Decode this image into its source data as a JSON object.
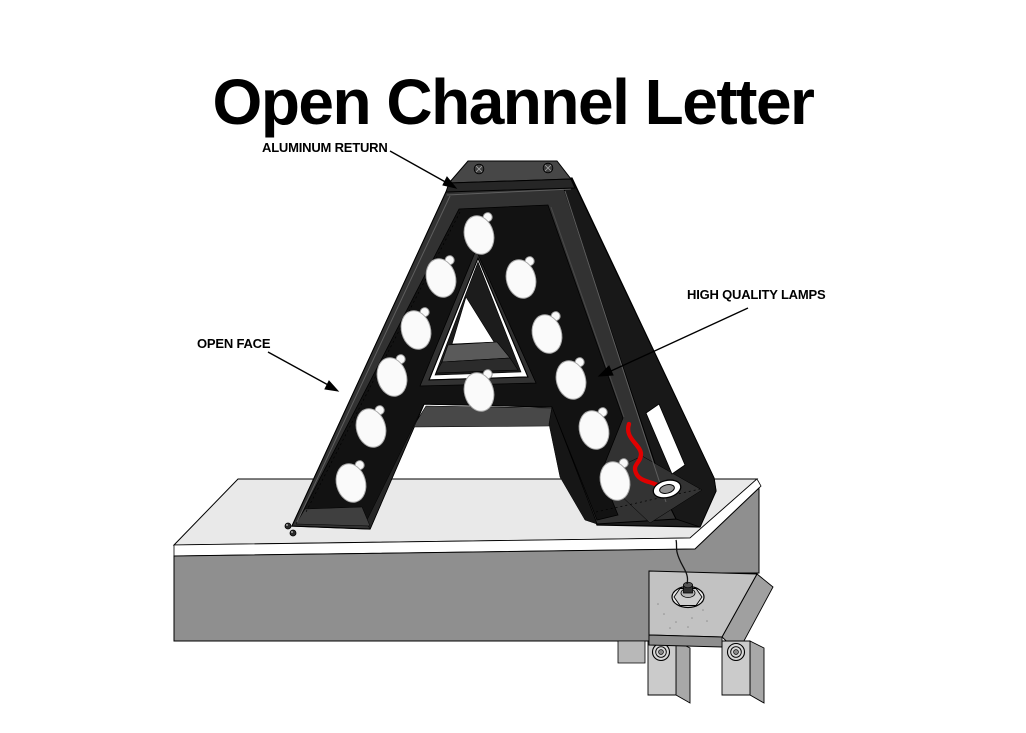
{
  "title": "Open Channel Letter",
  "callouts": {
    "aluminum_return": {
      "label": "ALUMINUM RETURN"
    },
    "high_quality_lamps": {
      "label": "HIGH QUALITY LAMPS"
    },
    "open_face": {
      "label": "OPEN FACE"
    }
  },
  "letter": {
    "character": "A",
    "lamp_count": 12
  },
  "colors": {
    "background": "#ffffff",
    "letter_body": "#323232",
    "letter_return": "#1f1f1f",
    "letter_interior": "#121212",
    "letter_cap": "#474747",
    "lamp": "#fafafa",
    "wire": "#e00000",
    "base_top": "#e9e9e9",
    "base_front": "#8f8f8f",
    "base_edge": "#ffffff",
    "bracket": "#c2c2c2"
  }
}
